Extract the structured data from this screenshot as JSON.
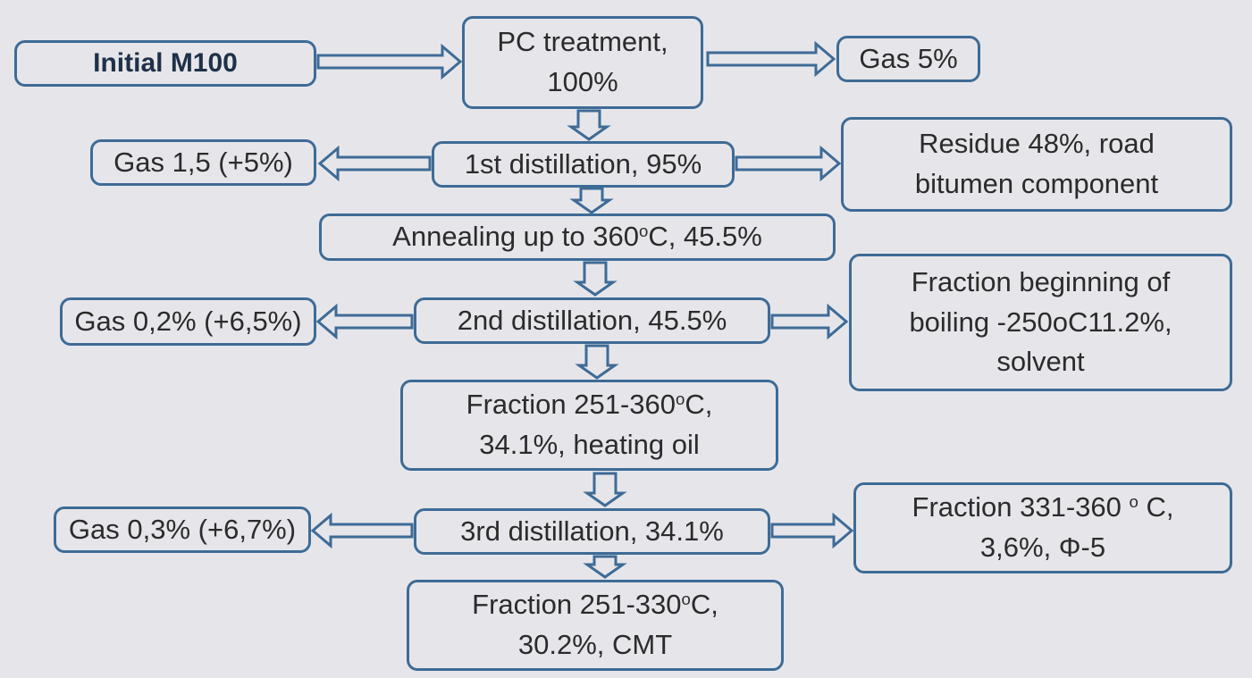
{
  "nodes": {
    "initial": {
      "lines": [
        "Initial M100"
      ]
    },
    "pc_treatment": {
      "lines": [
        "PC treatment,",
        "100%"
      ]
    },
    "gas_top": {
      "lines": [
        "Gas 5%"
      ]
    },
    "gas_1": {
      "lines": [
        "Gas 1,5 (+5%)"
      ]
    },
    "dist_1": {
      "lines": [
        "1st distillation, 95%"
      ]
    },
    "residue": {
      "lines": [
        "Residue 48%, road",
        "bitumen component"
      ]
    },
    "annealing": {
      "pre": "Annealing up to 360",
      "sup": "o",
      "post": "C, 45.5%"
    },
    "gas_2": {
      "lines": [
        "Gas 0,2% (+6,5%)"
      ]
    },
    "dist_2": {
      "lines": [
        "2nd distillation, 45.5%"
      ]
    },
    "fraction_boiling": {
      "lines": [
        "Fraction beginning of",
        "boiling -250oC11.2%,",
        "solvent"
      ]
    },
    "fraction_251_360": {
      "pre": "Fraction 251-360",
      "sup": "o",
      "post": "C,",
      "line2": "34.1%, heating oil"
    },
    "gas_3": {
      "lines": [
        "Gas 0,3% (+6,7%)"
      ]
    },
    "dist_3": {
      "lines": [
        "3rd distillation, 34.1%"
      ]
    },
    "fraction_331_360": {
      "pre": "Fraction 331-360 ",
      "sup": "o",
      "post": " C,",
      "line2": "3,6%, Φ-5"
    },
    "fraction_251_330": {
      "pre": "Fraction 251-330",
      "sup": "o",
      "post": "C,",
      "line2": "30.2%, CMT"
    }
  },
  "colors": {
    "border": "#3e6b96",
    "background": "#e6e6ea",
    "text": "#2b2b2b"
  }
}
